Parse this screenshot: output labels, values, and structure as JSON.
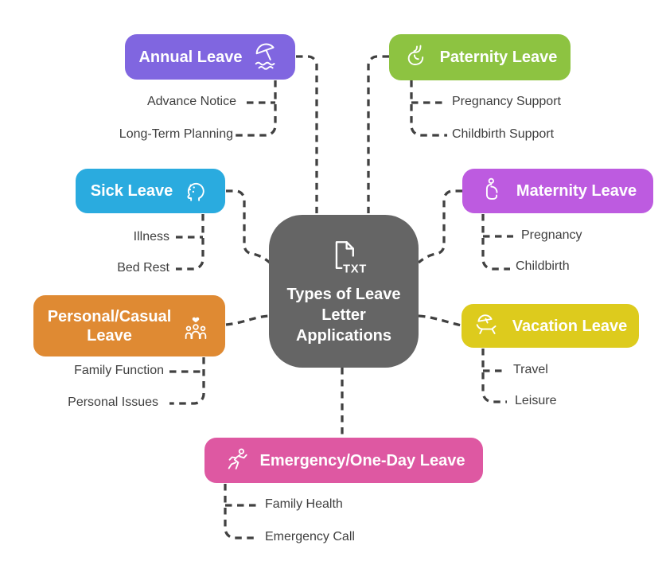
{
  "line_color": "#414141",
  "sublabel_color": "#3e3e3e",
  "center": {
    "title": "Types of Leave Letter Applications",
    "icon_text": "TXT",
    "color": "#656565"
  },
  "nodes": [
    {
      "label": "Annual Leave",
      "color": "#8066E0",
      "icon": "beach-umbrella-icon",
      "children": [
        "Advance Notice",
        "Long-Term Planning"
      ]
    },
    {
      "label": "Paternity Leave",
      "color": "#8DC341",
      "icon": "stomach-icon",
      "children": [
        "Pregnancy Support",
        "Childbirth Support"
      ]
    },
    {
      "label": "Sick Leave",
      "color": "#2AABDF",
      "icon": "sick-head-icon",
      "children": [
        "Illness",
        "Bed Rest"
      ]
    },
    {
      "label": "Maternity Leave",
      "color": "#BD5BE0",
      "icon": "pregnant-woman-icon",
      "children": [
        "Pregnancy",
        "Childbirth"
      ]
    },
    {
      "label": "Personal/Casual Leave",
      "color": "#DF8A33",
      "icon": "family-icon",
      "children": [
        "Family Function",
        "Personal Issues"
      ]
    },
    {
      "label": "Vacation Leave",
      "color": "#DDCB1D",
      "icon": "beach-lounger-icon",
      "children": [
        "Travel",
        "Leisure"
      ]
    },
    {
      "label": "Emergency/One-Day Leave",
      "color": "#DE58A2",
      "icon": "runner-icon",
      "children": [
        "Family Health",
        "Emergency Call"
      ]
    }
  ]
}
